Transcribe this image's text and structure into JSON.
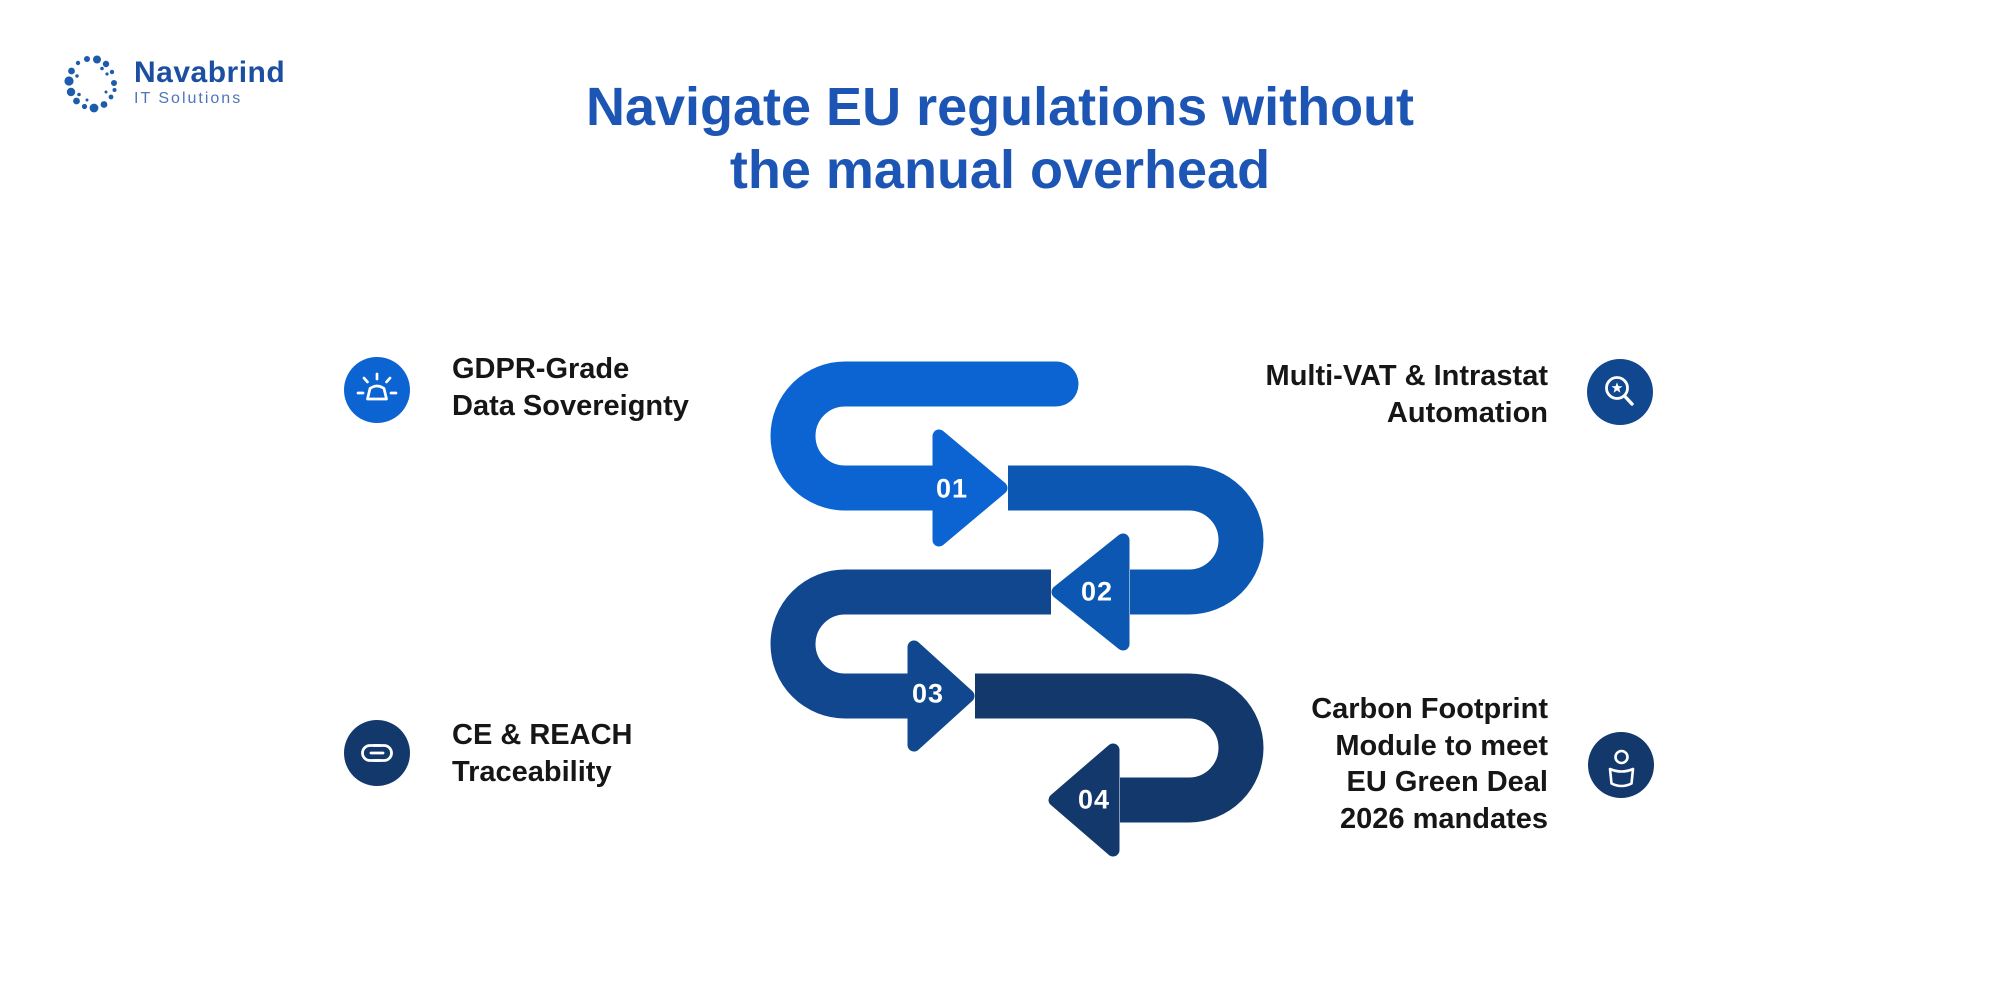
{
  "brand": {
    "name": "Navabrind",
    "tagline": "IT Solutions"
  },
  "title": {
    "line1": "Navigate EU regulations without",
    "line2": "the manual overhead"
  },
  "colors": {
    "step1": "#0C64D2",
    "step2": "#0B57B2",
    "step3": "#11478F",
    "step4": "#13386B",
    "title_blue": "#1C55B4",
    "brand_blue": "#1D4FA1",
    "brand_tagline_blue": "#4D76B3",
    "text_dark": "#161616",
    "number_white": "#FFFFFF"
  },
  "steps": [
    {
      "number": "01",
      "icon": "siren-icon",
      "side": "left",
      "label_lines": [
        "GDPR-Grade",
        "Data Sovereignty"
      ]
    },
    {
      "number": "02",
      "icon": "magnifier-star-icon",
      "side": "right",
      "label_lines": [
        "Multi-VAT & Intrastat",
        "Automation"
      ]
    },
    {
      "number": "03",
      "icon": "chain-link-icon",
      "side": "left",
      "label_lines": [
        "CE & REACH",
        "Traceability"
      ]
    },
    {
      "number": "04",
      "icon": "person-icon",
      "side": "right",
      "label_lines": [
        "Carbon Footprint",
        "Module to meet",
        "EU Green Deal",
        "2026 mandates"
      ]
    }
  ]
}
